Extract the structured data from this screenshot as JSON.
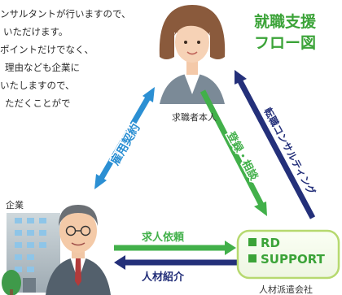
{
  "intro_lines": [
    "ンサルタントが行いますので、",
    "いただけます。",
    "ポイントだけでなく、",
    "理由なども企業に",
    "いたしますので、",
    "ただくことがで"
  ],
  "title_lines": [
    "就職支援",
    "フロー図"
  ],
  "nodes": {
    "jobseeker": "求職者本人",
    "company": "企業",
    "agency": "人材派遣会社",
    "logo_line1": "RD",
    "logo_line2": "SUPPORT"
  },
  "arrows": {
    "employment": "雇用契約",
    "registration": "登録・相談",
    "consulting": "転職コンサルティング",
    "job_request": "求人依頼",
    "referral": "人材紹介"
  },
  "colors": {
    "title_green": "#3ba338",
    "employment_blue": "#2b8fd3",
    "registration_green": "#42b04a",
    "navy": "#24307a"
  }
}
